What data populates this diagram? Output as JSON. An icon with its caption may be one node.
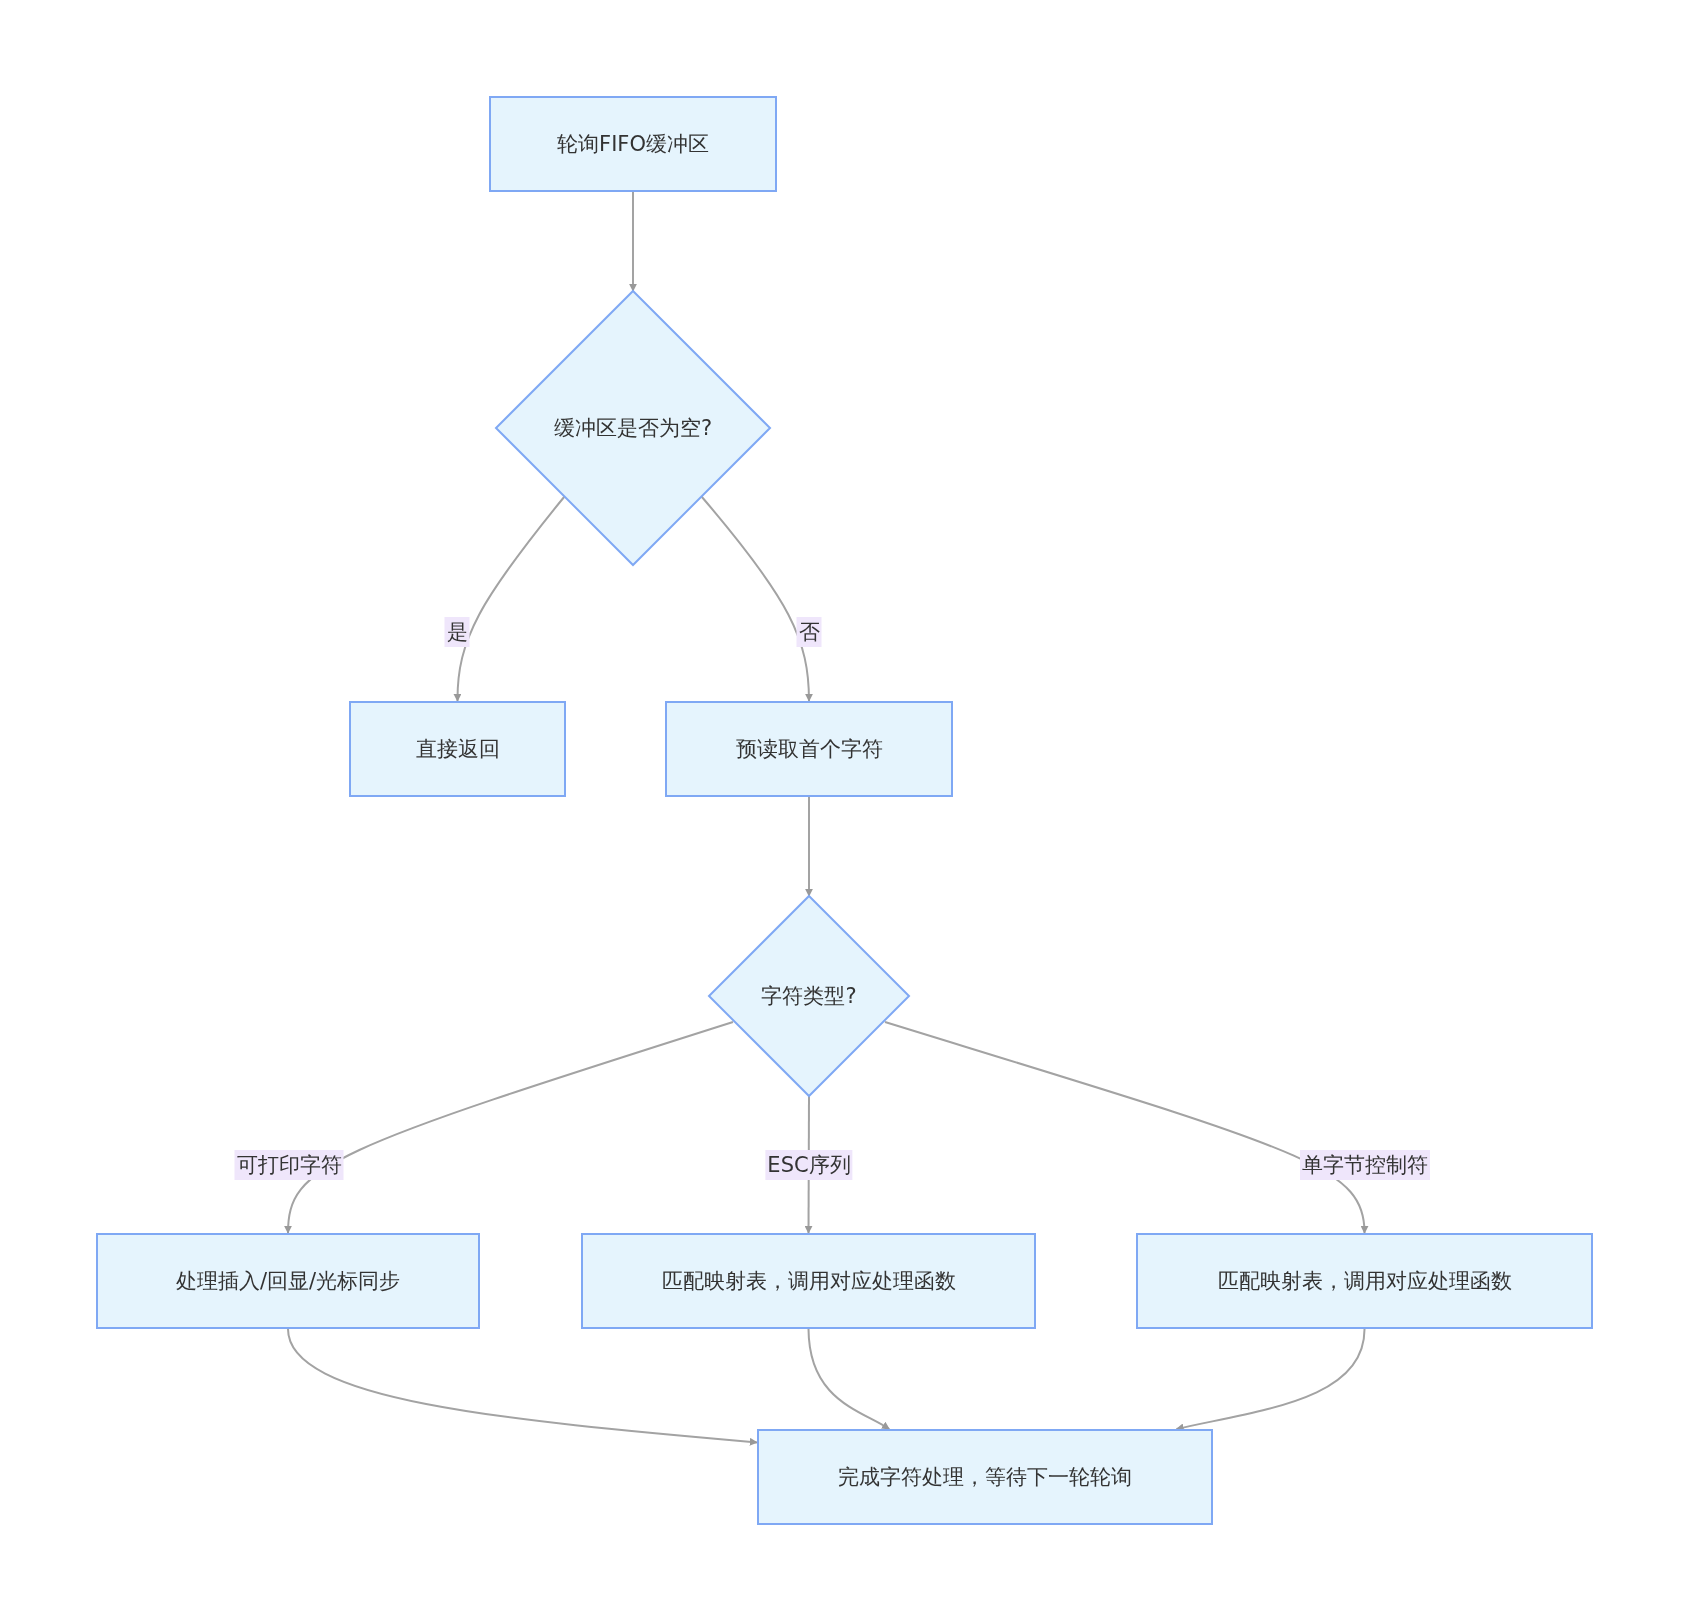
{
  "diagram": {
    "nodes": [
      {
        "text": [
          "轮询FIFO缓冲区"
        ]
      },
      {
        "text": [
          "缓冲区是否为空?"
        ]
      },
      {
        "text": [
          "直接返回"
        ]
      },
      {
        "text": [
          "预读取首个字符"
        ]
      },
      {
        "text": [
          "字符类型?"
        ]
      },
      {
        "text": [
          "处理插入/回显/光标同步"
        ]
      },
      {
        "text": [
          "匹配映射表，调用对应处理函数"
        ]
      },
      {
        "text": [
          "匹配映射表，调用对应处理函数"
        ]
      },
      {
        "text": [
          "完成字符处理，等待下一轮轮询"
        ]
      }
    ],
    "edges": [
      {
        "from": 0,
        "to": 1,
        "arrow": "to"
      },
      {
        "from": 1,
        "to": 2,
        "arrow": "to",
        "label": "是"
      },
      {
        "from": 1,
        "to": 3,
        "arrow": "to",
        "label": "否"
      },
      {
        "from": 3,
        "to": 4,
        "arrow": "to"
      },
      {
        "from": 4,
        "to": 5,
        "arrow": "to",
        "label": "可打印字符"
      },
      {
        "from": 4,
        "to": 6,
        "arrow": "to",
        "label": "ESC序列"
      },
      {
        "from": 4,
        "to": 7,
        "arrow": "to",
        "label": "单字节控制符"
      },
      {
        "from": 5,
        "to": 8,
        "arrow": "to"
      },
      {
        "from": 6,
        "to": 8,
        "arrow": "to"
      },
      {
        "from": 7,
        "to": 8,
        "arrow": "to"
      }
    ]
  }
}
